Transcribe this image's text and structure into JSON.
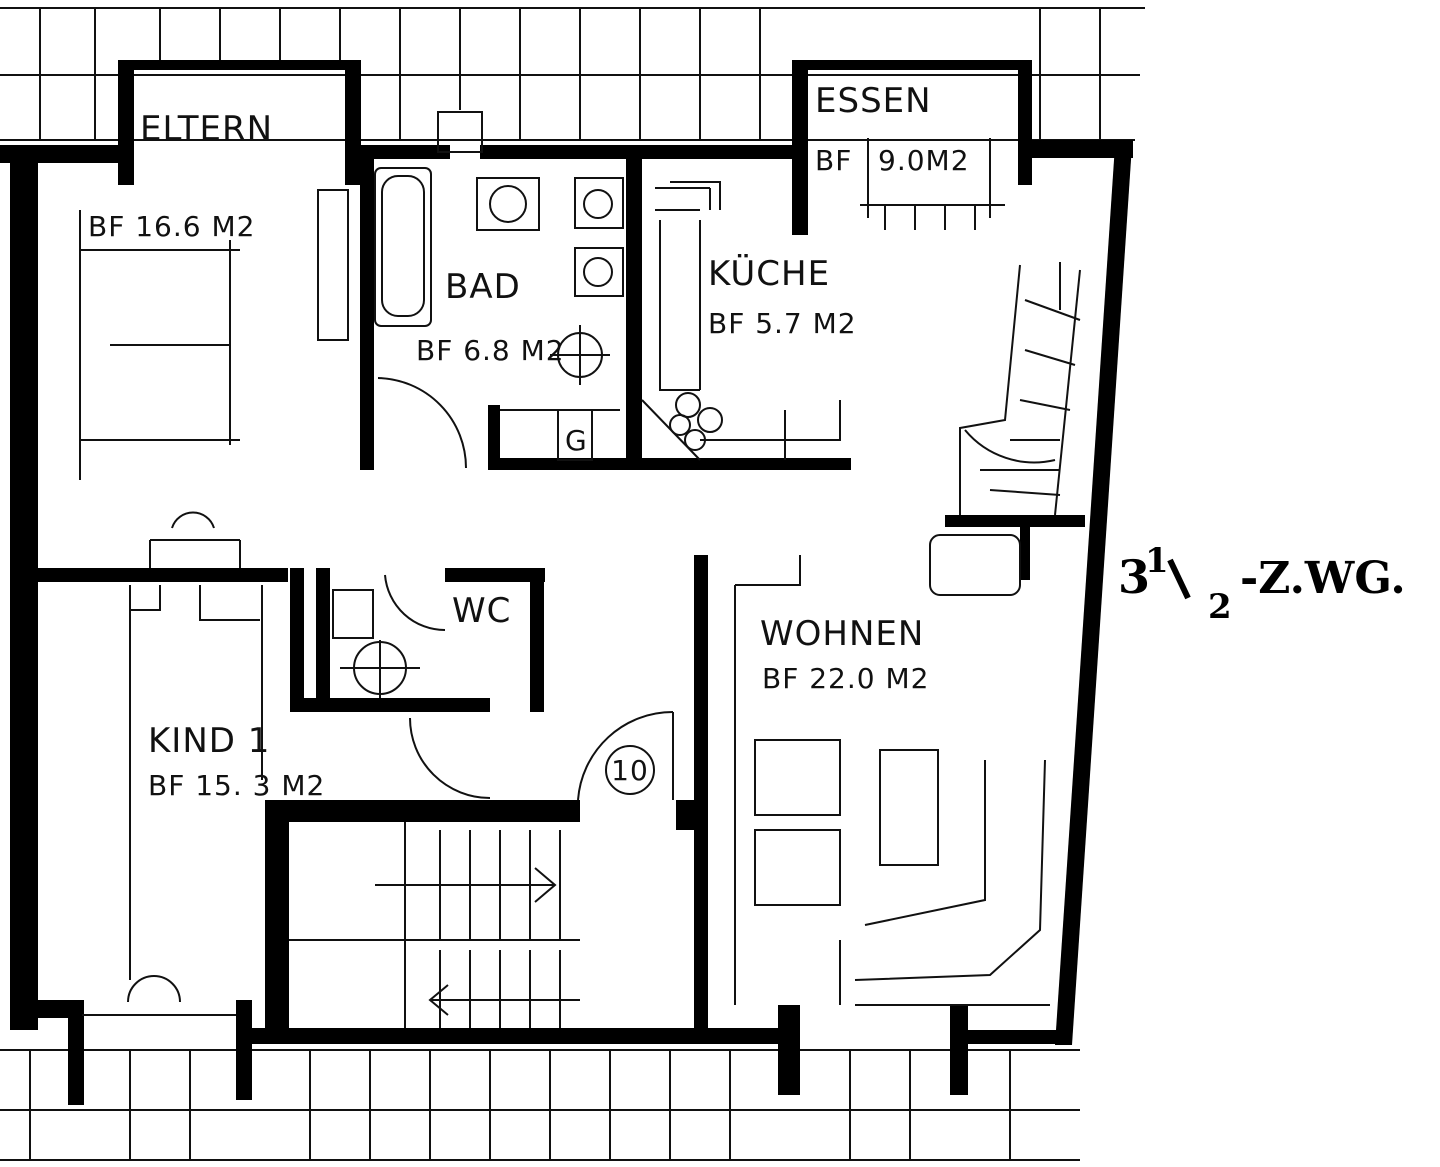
{
  "plan": {
    "title": {
      "main": "3",
      "sup": "1",
      "sub": "2",
      "suffix": "-Z.WG."
    },
    "rooms": {
      "eltern": {
        "name": "ELTERN",
        "area": "BF  16.6 M2"
      },
      "bad": {
        "name": "BAD",
        "area": "BF  6.8 M2"
      },
      "kueche": {
        "name": "KÜCHE",
        "area": "BF  5.7 M2"
      },
      "essen": {
        "name": "ESSEN",
        "area_prefix": "BF",
        "area": "9.0M2"
      },
      "wc": {
        "name": "WC"
      },
      "wohnen": {
        "name": "WOHNEN",
        "area": "BF  22.0  M2"
      },
      "kind1": {
        "name": "KIND 1",
        "area": "BF  15. 3 M2"
      }
    },
    "fixtures": {
      "garderobe": "G",
      "door_number": "10"
    }
  }
}
